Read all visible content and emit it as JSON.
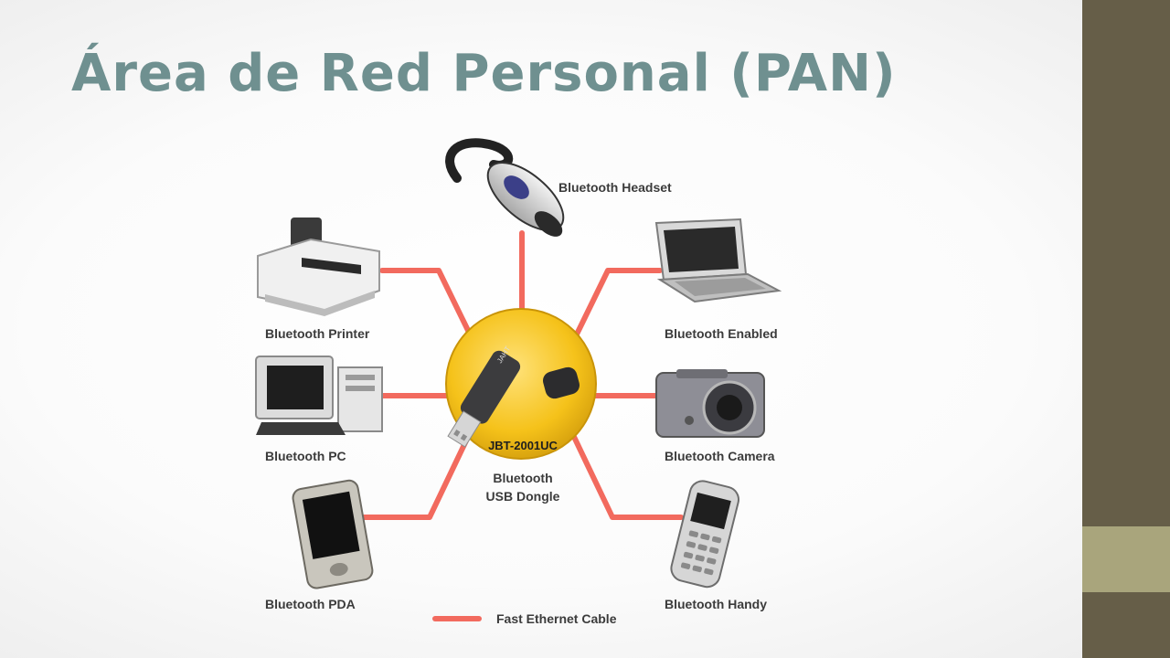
{
  "slide": {
    "title": "Área de Red Personal (PAN)"
  },
  "diagram": {
    "hub": {
      "label": "JBT-2001UC",
      "caption_line1": "Bluetooth",
      "caption_line2": "USB Dongle",
      "dongle_brand": "JAHT"
    },
    "devices": {
      "headset": "Bluetooth Headset",
      "printer": "Bluetooth Printer",
      "laptop": "Bluetooth Enabled",
      "pc": "Bluetooth PC",
      "camera": "Bluetooth Camera",
      "pda": "Bluetooth PDA",
      "handy": "Bluetooth Handy"
    },
    "legend": {
      "label": "Fast Ethernet Cable",
      "color": "#f26a5e"
    }
  },
  "colors": {
    "title": "#6f9090",
    "hub": "#f5c21a",
    "sidebar": "#665e48",
    "sidebar_accent": "#a9a57c"
  }
}
